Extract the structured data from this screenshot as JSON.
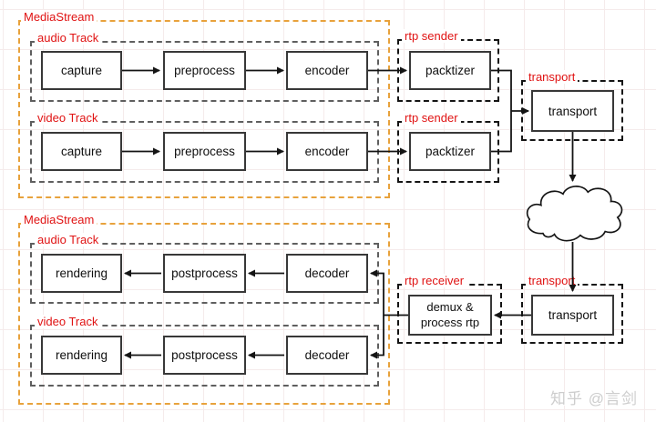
{
  "sender": {
    "mediastream_label": "MediaStream",
    "audio_track": {
      "label": "audio Track",
      "capture": "capture",
      "preprocess": "preprocess",
      "encoder": "encoder"
    },
    "video_track": {
      "label": "video Track",
      "capture": "capture",
      "preprocess": "preprocess",
      "encoder": "encoder"
    },
    "rtp_sender_audio": {
      "label": "rtp sender",
      "packtizer": "packtizer"
    },
    "rtp_sender_video": {
      "label": "rtp sender",
      "packtizer": "packtizer"
    },
    "transport": {
      "label": "transport",
      "box_label": "transport"
    }
  },
  "network": {
    "cloud_icon": "network-cloud"
  },
  "receiver": {
    "mediastream_label": "MediaStream",
    "audio_track": {
      "label": "audio Track",
      "rendering": "rendering",
      "postprocess": "postprocess",
      "decoder": "decoder"
    },
    "video_track": {
      "label": "video Track",
      "rendering": "rendering",
      "postprocess": "postprocess",
      "decoder": "decoder"
    },
    "rtp_receiver": {
      "label": "rtp receiver",
      "demux_line1": "demux &",
      "demux_line2": "process rtp"
    },
    "transport": {
      "label": "transport",
      "box_label": "transport"
    }
  },
  "watermark": {
    "text": "知乎 @言剑"
  },
  "colors": {
    "label_red": "#e01212",
    "mediastream_orange": "#e8a23c",
    "track_gray": "#5f5f5f",
    "container_dark": "#141414",
    "box_border": "#383838",
    "arrow": "#141414",
    "watermark_gray": "#cdcdcd",
    "grid": "#f5ebeb"
  }
}
